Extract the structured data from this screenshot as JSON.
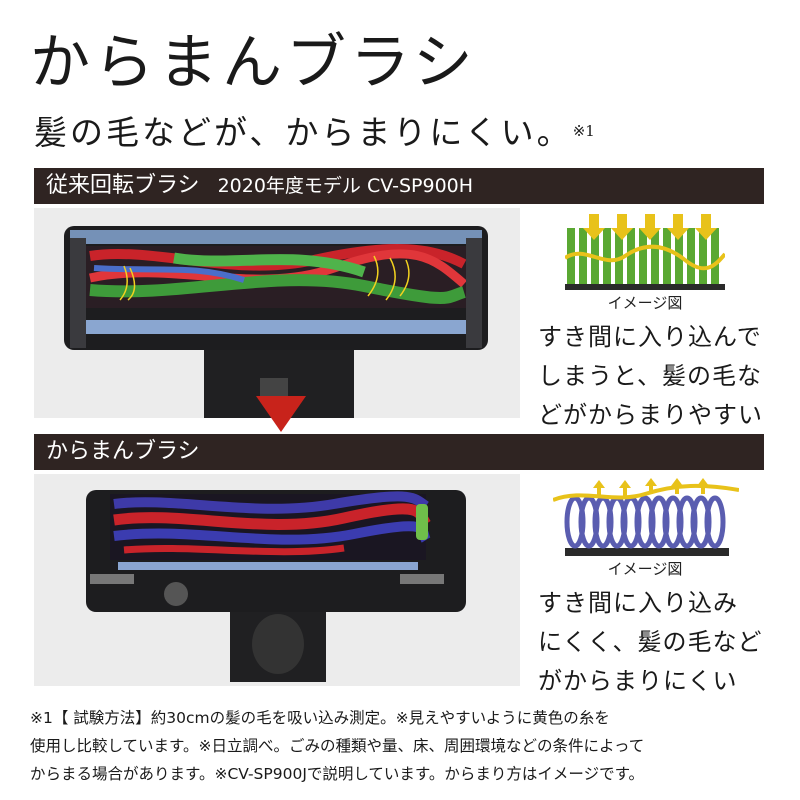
{
  "heading": {
    "title": "からまんブラシ",
    "subtitle": "髪の毛などが、からまりにくい。",
    "subtitle_note": "※1"
  },
  "conventional": {
    "band_label": "従来回転ブラシ",
    "band_model": "2020年度モデル CV-SP900H",
    "image_label": "イメージ図",
    "description_lines": [
      "すき間に入り込んで",
      "しまうと、髪の毛な",
      "どがからまりやすい"
    ]
  },
  "karaman": {
    "band_label": "からまんブラシ",
    "image_label": "イメージ図",
    "description_lines": [
      "すき間に入り込み",
      "にくく、髪の毛など",
      "がからまりにくい"
    ]
  },
  "footnote": {
    "lines": [
      "※1【 試験方法】約30cmの髪の毛を吸い込み測定。※見えやすいように黄色の糸を",
      "使用し比較しています。※日立調べ。ごみの種類や量、床、周囲環境などの条件によって",
      "からまる場合があります。※CV-SP900Jで説明しています。からまり方はイメージです。"
    ]
  },
  "colors": {
    "band_bg": "#2f2422",
    "arrow_red": "#c8231b",
    "grass_green": "#5aa832",
    "coil_purple": "#5a5db0",
    "thread_yellow": "#e8c21a"
  }
}
